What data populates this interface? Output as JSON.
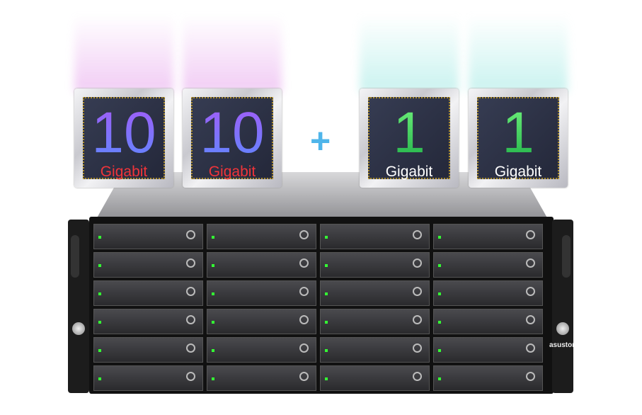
{
  "chips": [
    {
      "value": "10",
      "unit": "Gigabit",
      "style": "p"
    },
    {
      "value": "10",
      "unit": "Gigabit",
      "style": "p"
    },
    {
      "value": "1",
      "unit": "Gigabit",
      "style": "g"
    },
    {
      "value": "1",
      "unit": "Gigabit",
      "style": "g"
    }
  ],
  "plus": "+",
  "brand": "asustor",
  "colors": {
    "ten_gig_label": "#f0343a",
    "ten_gig_number": "#8f6cf8",
    "one_gig_number": "#3ad860",
    "plus": "#4fb5ea"
  }
}
